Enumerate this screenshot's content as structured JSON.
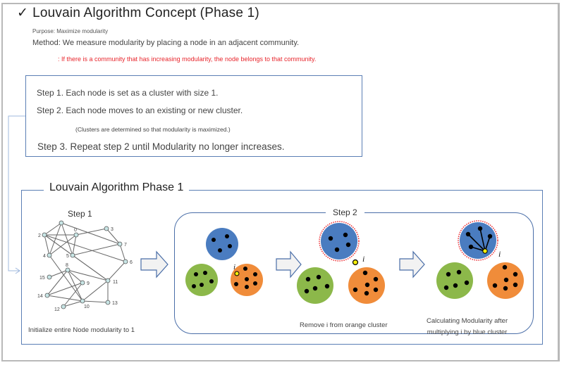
{
  "header": {
    "check_icon": "checkmark",
    "title": "Louvain Algorithm Concept (Phase 1)",
    "purpose": "Purpose: Maximize modularity",
    "method": "Method: We measure modularity by placing a node in an adjacent community.",
    "note": ": If there is a community that has increasing modularity, the node belongs to that community."
  },
  "steps": {
    "step1": "Step 1. Each node is set as a cluster with size 1.",
    "step2": "Step 2. Each node moves to an existing or new cluster.",
    "step2_note": "(Clusters are determined so that modularity is maximized.)",
    "step3": "Step 3. Repeat step 2 until Modularity no longer increases."
  },
  "phase": {
    "title": "Louvain Algorithm Phase 1",
    "step1_label": "Step 1",
    "step2_label": "Step 2",
    "caption_step1": "Initialize entire Node modularity to 1",
    "caption_remove": "Remove i from orange cluster",
    "caption_calc_line1": "Calculating Modularity after",
    "caption_calc_line2": "multiplying i by blue cluster",
    "node_i_label": "i"
  },
  "graph": {
    "nodes": [
      {
        "id": "1",
        "label": ""
      },
      {
        "id": "2",
        "label": "2"
      },
      {
        "id": "0",
        "label": "0"
      },
      {
        "id": "3",
        "label": "3"
      },
      {
        "id": "7",
        "label": "7"
      },
      {
        "id": "4",
        "label": "4"
      },
      {
        "id": "5",
        "label": "5"
      },
      {
        "id": "6",
        "label": "6"
      },
      {
        "id": "8",
        "label": "8"
      },
      {
        "id": "15",
        "label": "15"
      },
      {
        "id": "9",
        "label": "9"
      },
      {
        "id": "11",
        "label": "11"
      },
      {
        "id": "14",
        "label": "14"
      },
      {
        "id": "10",
        "label": "10"
      },
      {
        "id": "13",
        "label": "13"
      },
      {
        "id": "12",
        "label": "12"
      }
    ],
    "edges": [
      [
        "1",
        "2"
      ],
      [
        "1",
        "4"
      ],
      [
        "1",
        "5"
      ],
      [
        "1",
        "7"
      ],
      [
        "2",
        "0"
      ],
      [
        "2",
        "4"
      ],
      [
        "2",
        "6"
      ],
      [
        "2",
        "11"
      ],
      [
        "2",
        "5"
      ],
      [
        "0",
        "4"
      ],
      [
        "0",
        "5"
      ],
      [
        "0",
        "3"
      ],
      [
        "3",
        "7"
      ],
      [
        "7",
        "6"
      ],
      [
        "7",
        "5"
      ],
      [
        "4",
        "10"
      ],
      [
        "5",
        "11"
      ],
      [
        "6",
        "11"
      ],
      [
        "8",
        "15"
      ],
      [
        "8",
        "14"
      ],
      [
        "8",
        "9"
      ],
      [
        "8",
        "10"
      ],
      [
        "8",
        "11"
      ],
      [
        "9",
        "12"
      ],
      [
        "14",
        "9"
      ],
      [
        "14",
        "10"
      ],
      [
        "10",
        "11"
      ],
      [
        "10",
        "13"
      ],
      [
        "10",
        "12"
      ],
      [
        "11",
        "13"
      ]
    ]
  },
  "colors": {
    "accent_blue": "#4f81bd",
    "cluster_blue": "#4a7cc0",
    "cluster_green": "#8cb84a",
    "cluster_orange": "#f08c3a",
    "node_i": "#f5ee0a",
    "note_red": "#e8262d",
    "graph_node": "#c8e6e6"
  }
}
